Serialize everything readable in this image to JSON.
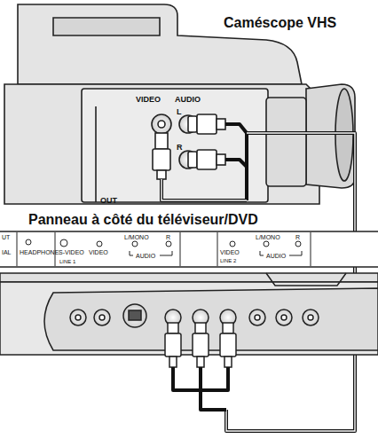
{
  "diagram": {
    "labels": [
      "Caméscope VHS",
      "VIDEO",
      "AUDIO",
      "L",
      "R",
      "OUT",
      "Panneau à côté du téléviseur/DVD",
      "UT",
      "IAL",
      "HEADPHONE",
      "S-VIDEO",
      "VIDEO",
      "L/MONO",
      "R",
      "AUDIO",
      "LINE 1",
      "VIDEO",
      "L/MONO",
      "R",
      "AUDIO",
      "LINE 2"
    ]
  }
}
